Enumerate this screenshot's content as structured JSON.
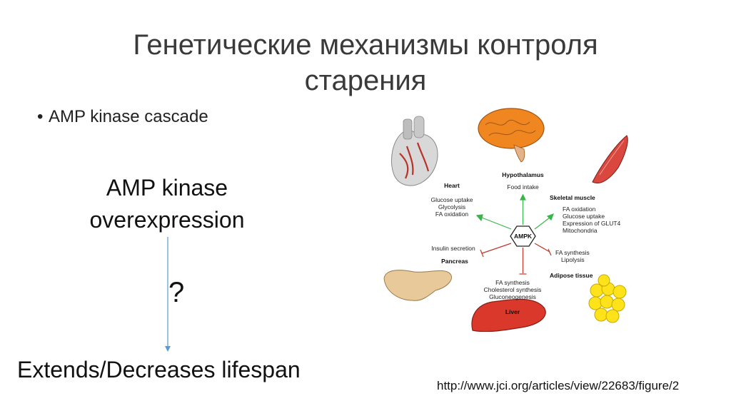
{
  "slide": {
    "title_line1": "Генетические механизмы контроля",
    "title_line2": "старения",
    "bullet": "AMP kinase cascade",
    "overexpression_line1": "AMP kinase",
    "overexpression_line2": "overexpression",
    "question": "?",
    "outcome": "Extends/Decreases lifespan",
    "source": "http://www.jci.org/articles/view/22683/figure/2"
  },
  "diagram": {
    "center": "AMPK",
    "hypothalamus": {
      "title": "Hypothalamus",
      "items": [
        "Food intake"
      ]
    },
    "heart": {
      "title": "Heart",
      "items": [
        "Glucose uptake",
        "Glycolysis",
        "FA oxidation"
      ]
    },
    "skeletal_muscle": {
      "title": "Skeletal muscle",
      "items": [
        "FA oxidation",
        "Glucose uptake",
        "Expression of GLUT4",
        "Mitochondria"
      ]
    },
    "pancreas": {
      "title": "Pancreas",
      "items": [
        "Insulin secretion"
      ]
    },
    "adipose": {
      "title": "Adipose tissue",
      "items": [
        "FA synthesis",
        "Lipolysis"
      ]
    },
    "liver": {
      "title": "Liver",
      "items": [
        "FA synthesis",
        "Cholesterol synthesis",
        "Gluconeogenesis"
      ]
    },
    "colors": {
      "activate": "#39b54a",
      "inhibit": "#c0392b",
      "arrow": "#5b9bd5"
    }
  }
}
